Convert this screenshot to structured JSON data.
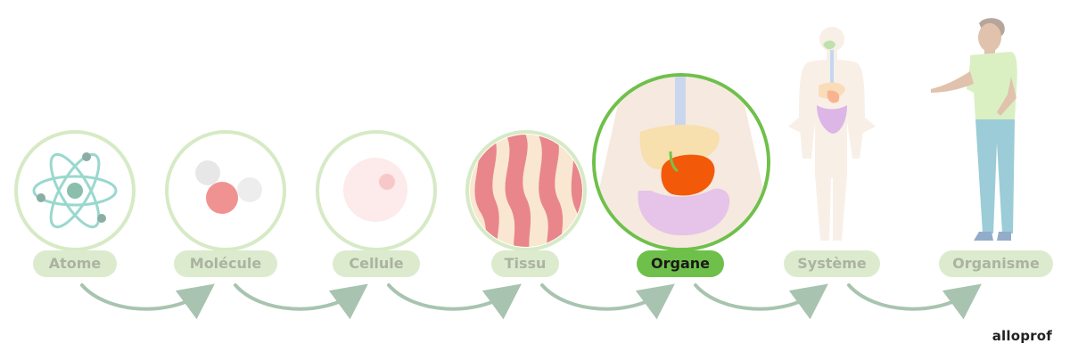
{
  "levels": [
    {
      "label": "Atome",
      "active": false
    },
    {
      "label": "Molécule",
      "active": false
    },
    {
      "label": "Cellule",
      "active": false
    },
    {
      "label": "Tissu",
      "active": false
    },
    {
      "label": "Organe",
      "active": true
    },
    {
      "label": "Système",
      "active": false
    },
    {
      "label": "Organisme",
      "active": false
    }
  ],
  "brand": "alloprof",
  "colors": {
    "pill_dim": "#dcebcd",
    "pill_active": "#6fc04a",
    "ring_dim": "#d6eac5",
    "ring_active": "#6fc04a",
    "arrow": "#a8c4b0"
  }
}
